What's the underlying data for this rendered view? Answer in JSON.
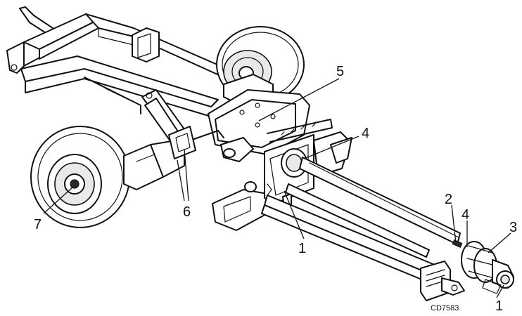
{
  "callouts": {
    "c5": "5",
    "c4_upper": "4",
    "c7": "7",
    "c6": "6",
    "c1_center": "1",
    "c2": "2",
    "c4_lower": "4",
    "c3": "3",
    "c1_right": "1"
  },
  "drawing_code": "CD7583"
}
